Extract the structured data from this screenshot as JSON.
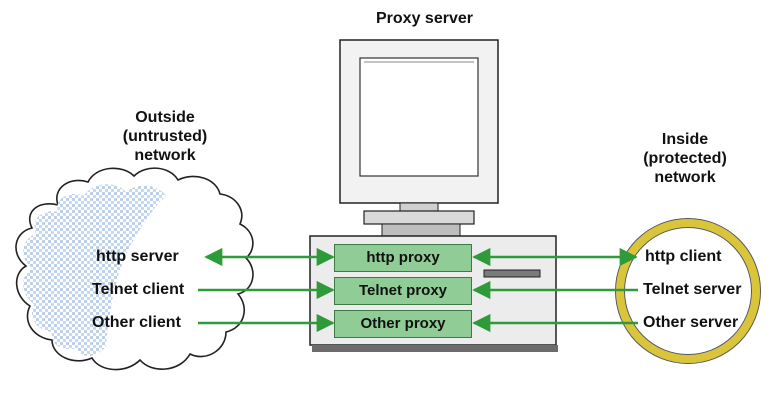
{
  "proxy": {
    "title": "Proxy server",
    "boxes": [
      "http proxy",
      "Telnet proxy",
      "Other proxy"
    ]
  },
  "outside": {
    "title_lines": [
      "Outside",
      "(untrusted)",
      "network"
    ],
    "items": [
      "http server",
      "Telnet client",
      "Other client"
    ]
  },
  "inside": {
    "title_lines": [
      "Inside",
      "(protected)",
      "network"
    ],
    "items": [
      "http client",
      "Telnet server",
      "Other server"
    ]
  },
  "colors": {
    "arrow": "#2e9a3a",
    "proxy_fill": "#8fcc96",
    "ring": "#d9c43a",
    "cloud_texture": "#bcd0ea",
    "computer_body": "#ececec"
  }
}
